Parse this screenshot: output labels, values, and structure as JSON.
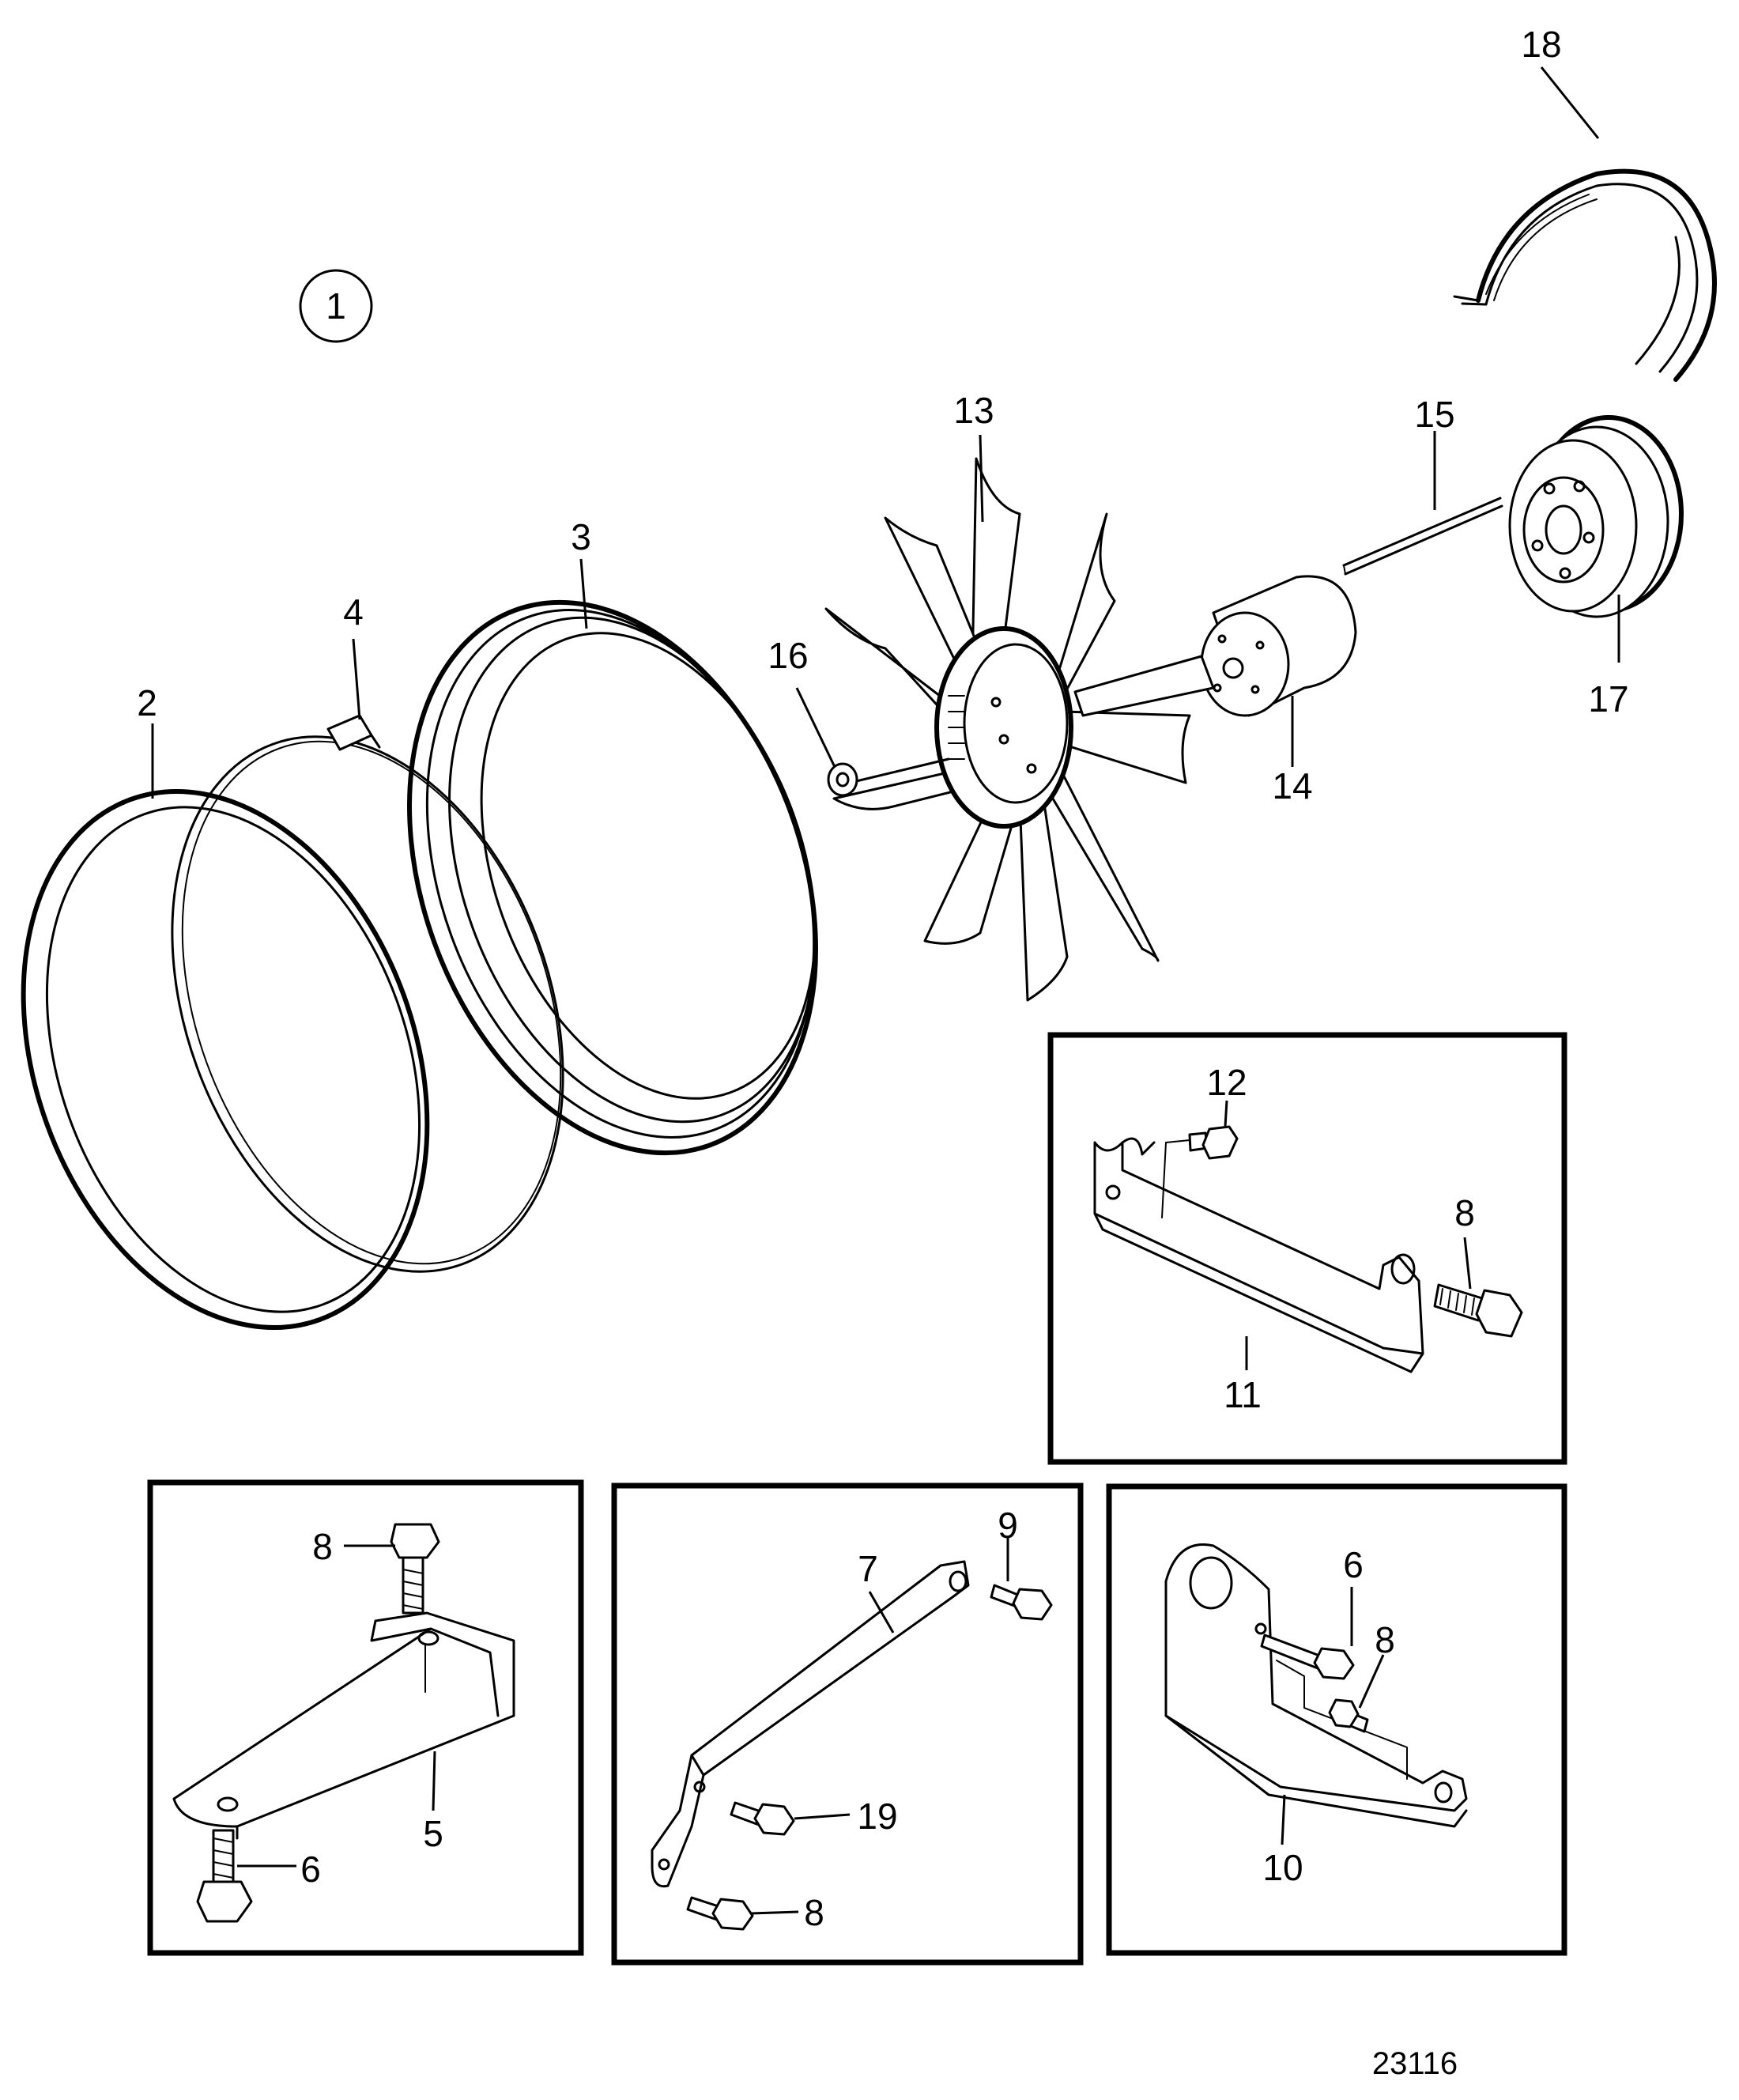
{
  "figure": {
    "group_marker": "1",
    "drawing_number": "23116"
  },
  "callouts": {
    "c2": "2",
    "c3": "3",
    "c4": "4",
    "c5": "5",
    "c6a": "6",
    "c6b": "6",
    "c7": "7",
    "c8a": "8",
    "c8b": "8",
    "c8c": "8",
    "c8d": "8",
    "c9": "9",
    "c10": "10",
    "c11": "11",
    "c12": "12",
    "c13": "13",
    "c14": "14",
    "c15": "15",
    "c16": "16",
    "c17": "17",
    "c18": "18",
    "c19": "19"
  }
}
